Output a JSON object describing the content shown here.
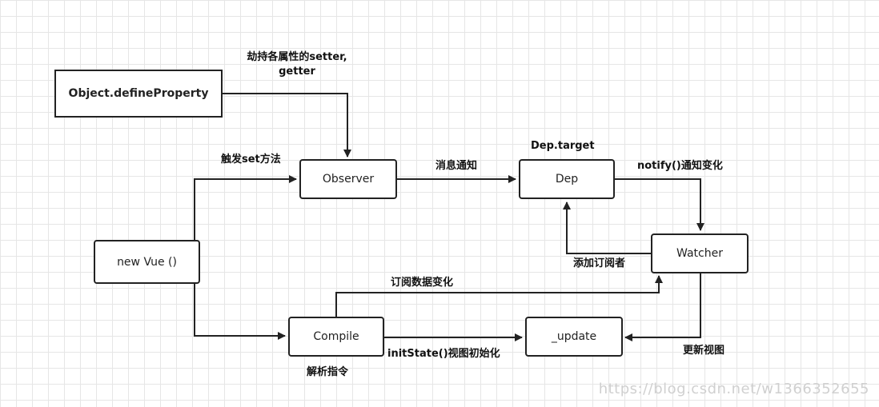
{
  "nodes": {
    "define_property": "Object.defineProperty",
    "observer": "Observer",
    "dep": "Dep",
    "watcher": "Watcher",
    "new_vue": "new Vue  ()",
    "compile": "Compile",
    "update": "_update"
  },
  "labels": {
    "hijack_line1": "劫持各属性的setter,",
    "hijack_line2": "getter",
    "trigger_set": "触发set方法",
    "message_notify": "消息通知",
    "dep_target": "Dep.target",
    "notify_change": "notify()通知变化",
    "add_subscriber": "添加订阅者",
    "subscribe_change": "订阅数据变化",
    "init_state": "initState()视图初始化",
    "update_view": "更新视图",
    "parse_directive": "解析指令"
  },
  "watermark": "https://blog.csdn.net/w1366352655"
}
